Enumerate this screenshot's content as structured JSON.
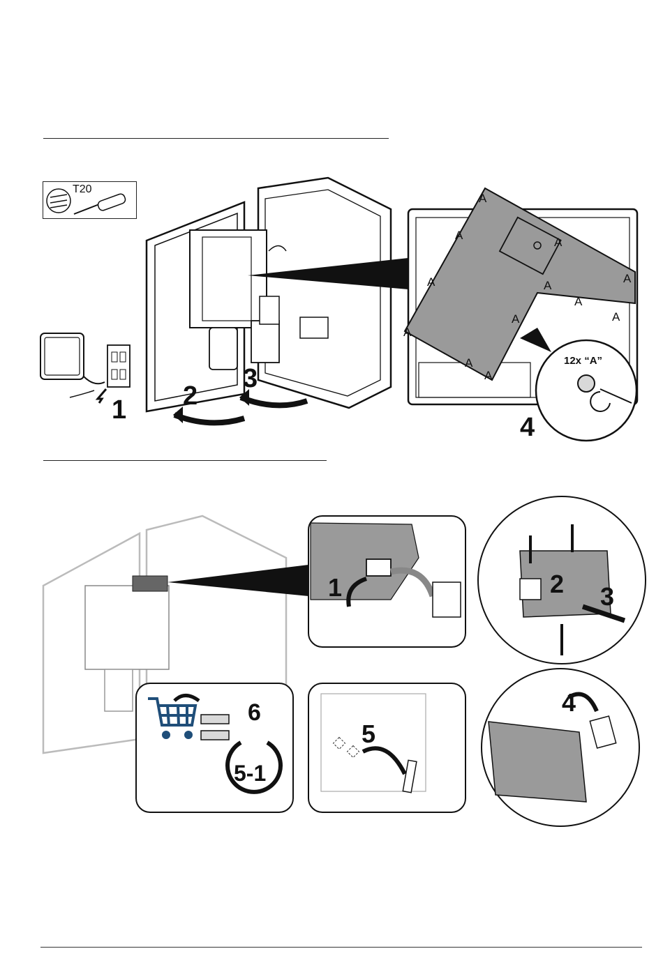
{
  "tool": {
    "label": "T20"
  },
  "figure1": {
    "steps": [
      "1",
      "2",
      "3",
      "4"
    ],
    "screw_label": "A",
    "callout": "12x “A”"
  },
  "figure2": {
    "steps": [
      "1",
      "2",
      "3",
      "4",
      "5",
      "6"
    ],
    "loop_label": "5-1"
  },
  "colors": {
    "cart": "#1f4e79",
    "gray_fill": "#9a9a9a",
    "light_gray": "#d9d9d9"
  }
}
